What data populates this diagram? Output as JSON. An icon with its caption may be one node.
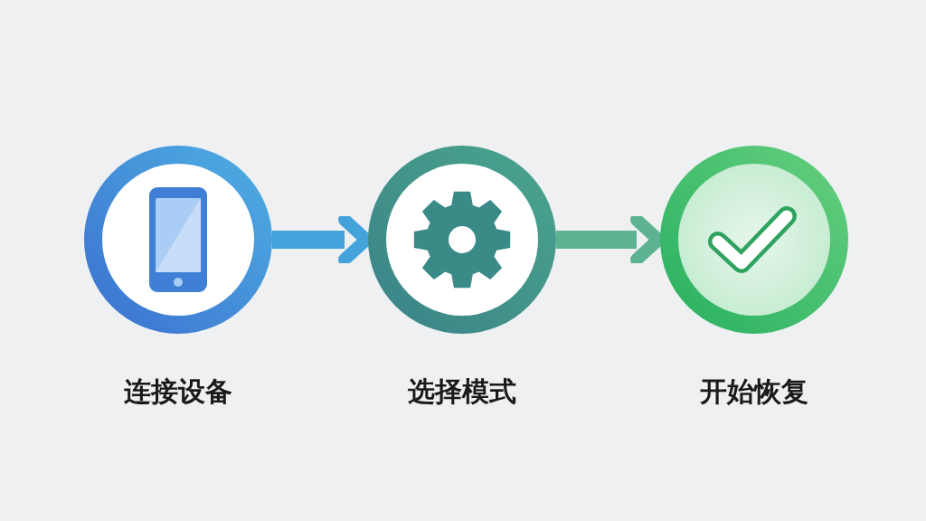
{
  "diagram": {
    "nodes": [
      {
        "text": [],
        "shape": "circle",
        "beside": [
          "连接设备"
        ]
      },
      {
        "text": [],
        "shape": "circle",
        "beside": [
          "选择模式"
        ]
      },
      {
        "text": [],
        "shape": "circle",
        "beside": [
          "开始恢复"
        ]
      }
    ],
    "edges": [
      {
        "from": 0,
        "to": 1,
        "arrow": "to",
        "color": "#45a3dc"
      },
      {
        "from": 1,
        "to": 2,
        "arrow": "to",
        "color": "#5cb291"
      }
    ]
  }
}
